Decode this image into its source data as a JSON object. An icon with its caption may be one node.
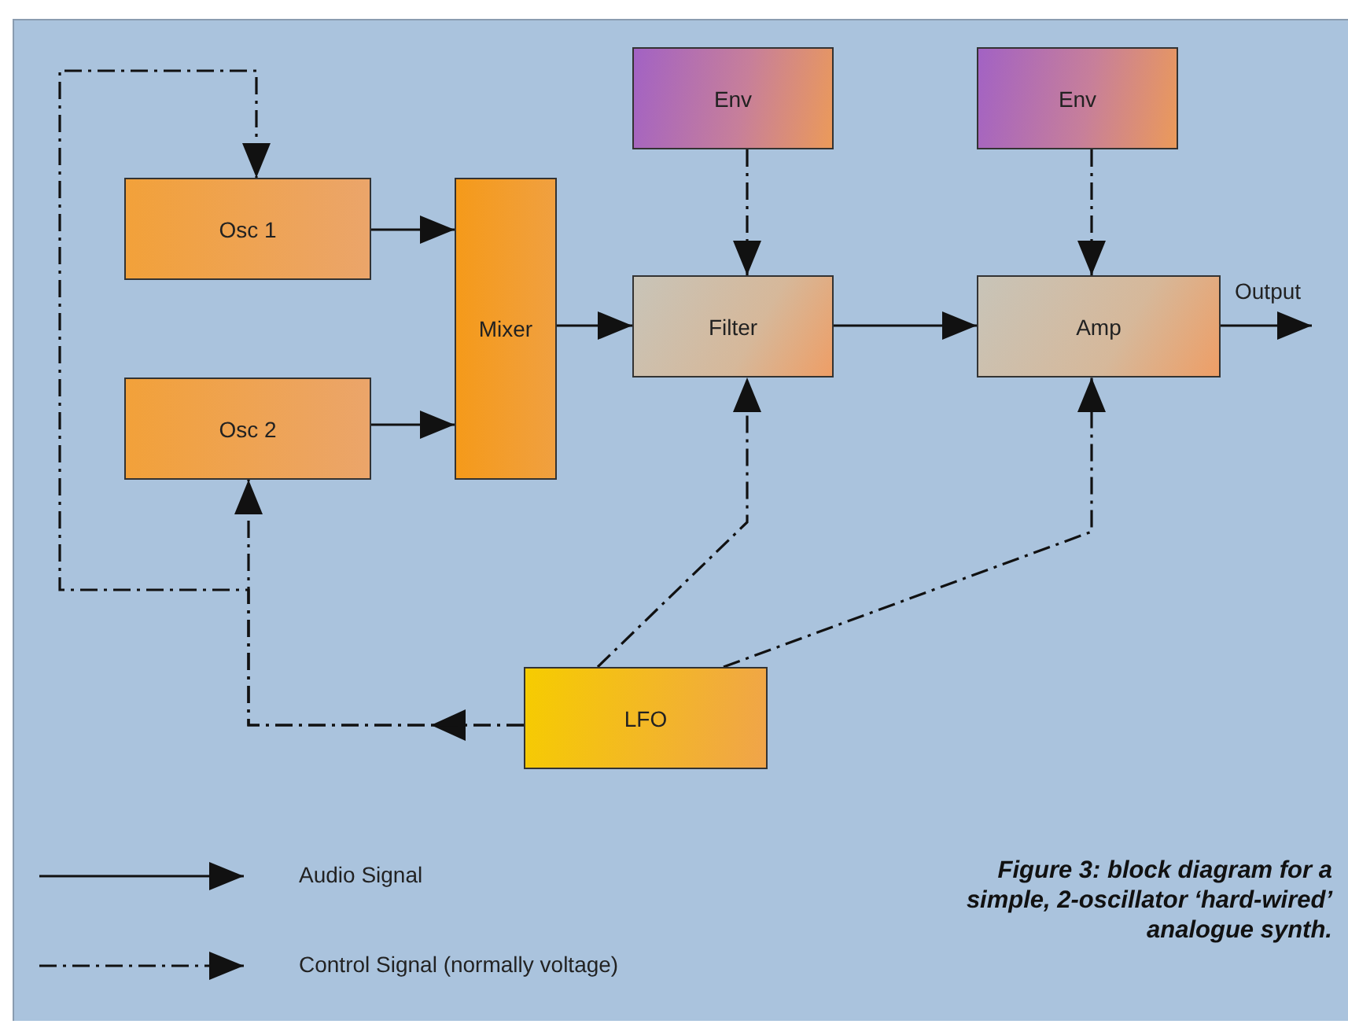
{
  "diagram": {
    "caption": "Figure 3: block diagram for a simple, 2-oscillator ‘hard-wired’ analogue synth.",
    "nodes": [
      {
        "text": [
          "Osc 1"
        ]
      },
      {
        "text": [
          "Osc 2"
        ]
      },
      {
        "text": [
          "Mixer"
        ]
      },
      {
        "text": [
          "Env"
        ]
      },
      {
        "text": [
          "Env"
        ]
      },
      {
        "text": [
          "Filter"
        ]
      },
      {
        "text": [
          "Amp"
        ]
      },
      {
        "text": [
          "LFO"
        ]
      }
    ],
    "edges": [
      {
        "from": 0,
        "to": 2,
        "arrow": "to"
      },
      {
        "from": 1,
        "to": 2,
        "arrow": "to"
      },
      {
        "from": 2,
        "to": 5,
        "arrow": "to"
      },
      {
        "from": 5,
        "to": 6,
        "arrow": "to"
      },
      {
        "from": 6,
        "to": null,
        "arrow": "to",
        "label": "Output"
      },
      {
        "from": 3,
        "to": 5,
        "arrow": "to",
        "style": "dashed"
      },
      {
        "from": 4,
        "to": 6,
        "arrow": "to",
        "style": "dashed"
      },
      {
        "from": 7,
        "to": 5,
        "arrow": "to",
        "style": "dashed"
      },
      {
        "from": 7,
        "to": 6,
        "arrow": "to",
        "style": "dashed"
      },
      {
        "from": 7,
        "to": 1,
        "arrow": "to",
        "style": "dashed"
      },
      {
        "from": 7,
        "to": 0,
        "arrow": "to",
        "style": "dashed"
      }
    ],
    "legend": [
      {
        "text": "Audio Signal"
      },
      {
        "text": "Control Signal (normally voltage)"
      }
    ]
  }
}
